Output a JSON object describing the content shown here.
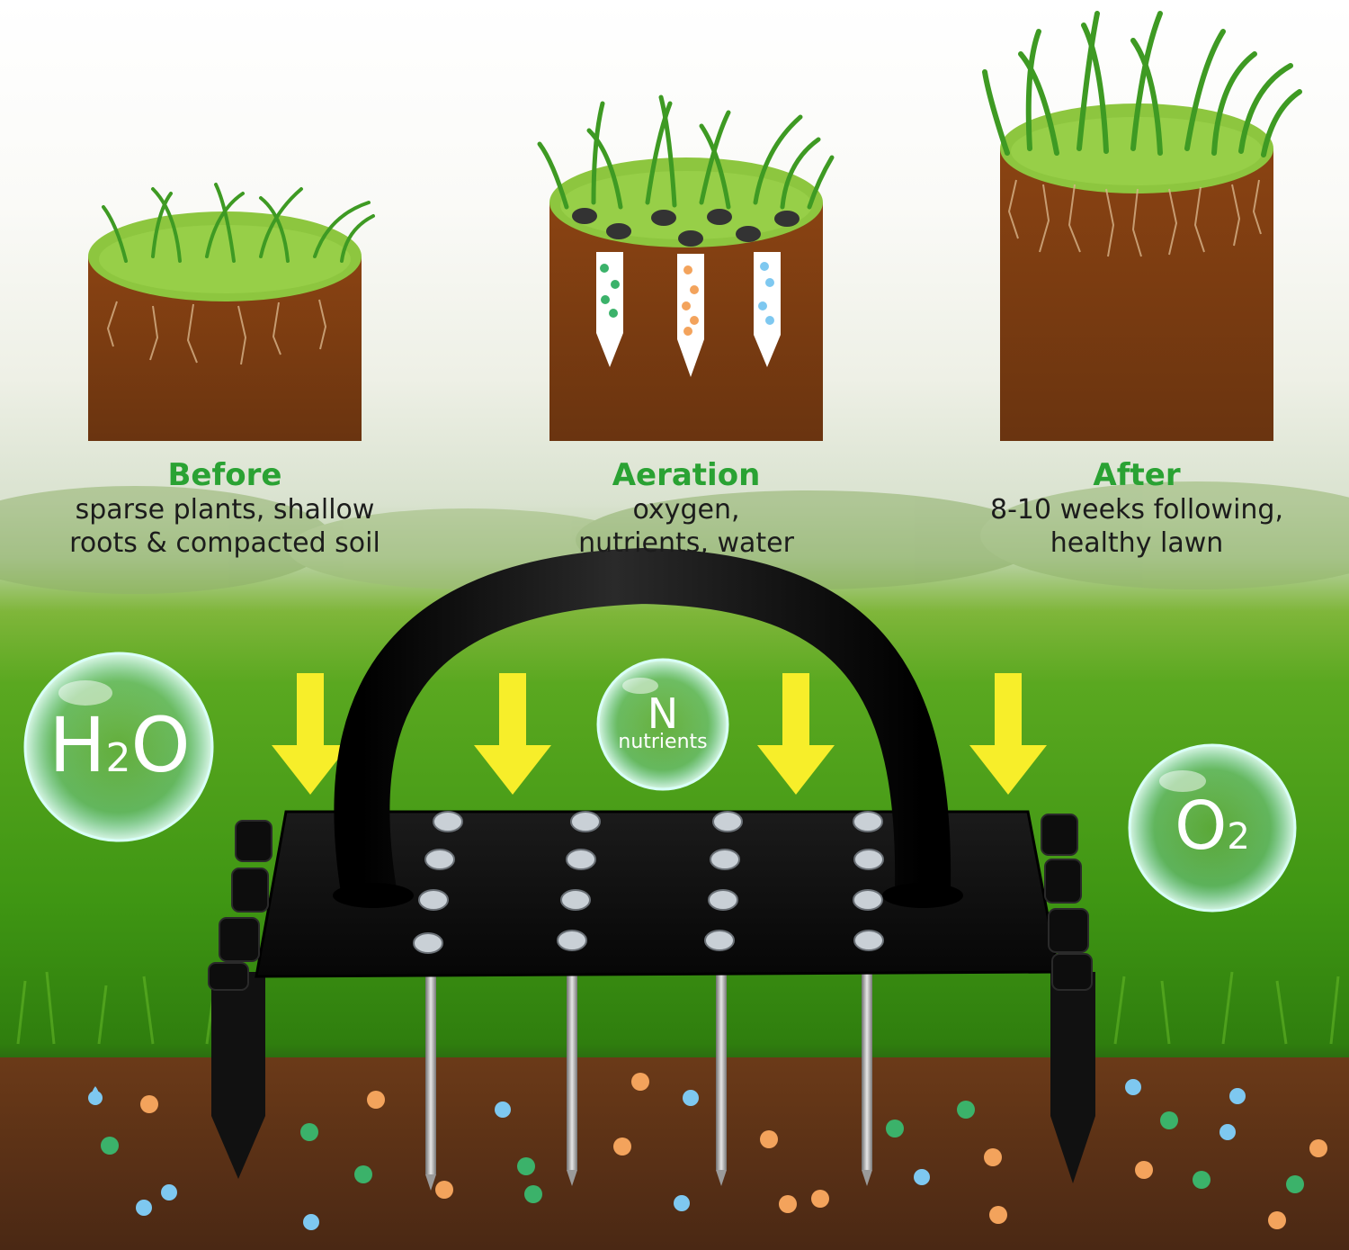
{
  "stages": [
    {
      "title": "Before",
      "line1": "sparse plants, shallow",
      "line2": "roots & compacted soil"
    },
    {
      "title": "Aeration",
      "line1": "oxygen,",
      "line2": "nutrients, water"
    },
    {
      "title": "After",
      "line1": "8-10 weeks following,",
      "line2": "healthy lawn"
    }
  ],
  "bubbles": {
    "water": {
      "main": "H",
      "sub": "2",
      "tail": "O"
    },
    "nitrogen": {
      "main": "N",
      "caption": "nutrients"
    },
    "oxygen": {
      "main": "O",
      "sub": "2"
    }
  },
  "colors": {
    "title_green": "#2aa233",
    "soil": "#7a3d12",
    "lawn": "#8cc63f",
    "arrow": "#f7ee2a",
    "tool": "#111111"
  },
  "icons": [
    "water-bubble-icon",
    "nitrogen-bubble-icon",
    "oxygen-bubble-icon",
    "down-arrow-icon",
    "lawn-aerator-tool"
  ]
}
